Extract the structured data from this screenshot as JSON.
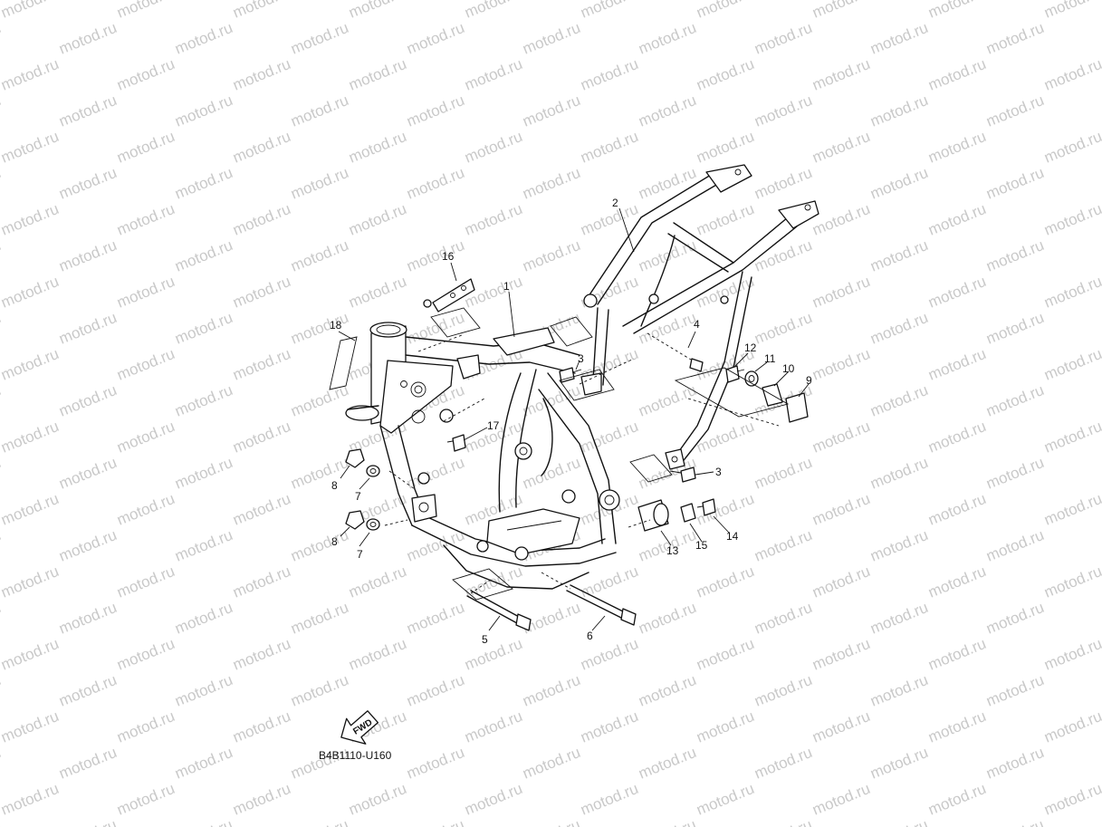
{
  "watermark": {
    "text": "motod.ru",
    "color": "#c9c9c9"
  },
  "diagram_code": "B4B1110-U160",
  "direction_badge": "FWD",
  "callouts": [
    {
      "id": "c1",
      "label": "1"
    },
    {
      "id": "c2",
      "label": "2"
    },
    {
      "id": "c3a",
      "label": "3"
    },
    {
      "id": "c3b",
      "label": "3"
    },
    {
      "id": "c4",
      "label": "4"
    },
    {
      "id": "c5",
      "label": "5"
    },
    {
      "id": "c6",
      "label": "6"
    },
    {
      "id": "c7a",
      "label": "7"
    },
    {
      "id": "c7b",
      "label": "7"
    },
    {
      "id": "c8a",
      "label": "8"
    },
    {
      "id": "c8b",
      "label": "8"
    },
    {
      "id": "c9",
      "label": "9"
    },
    {
      "id": "c10",
      "label": "10"
    },
    {
      "id": "c11",
      "label": "11"
    },
    {
      "id": "c12",
      "label": "12"
    },
    {
      "id": "c13",
      "label": "13"
    },
    {
      "id": "c14",
      "label": "14"
    },
    {
      "id": "c15",
      "label": "15"
    },
    {
      "id": "c16",
      "label": "16"
    },
    {
      "id": "c17",
      "label": "17"
    },
    {
      "id": "c18",
      "label": "18"
    }
  ]
}
